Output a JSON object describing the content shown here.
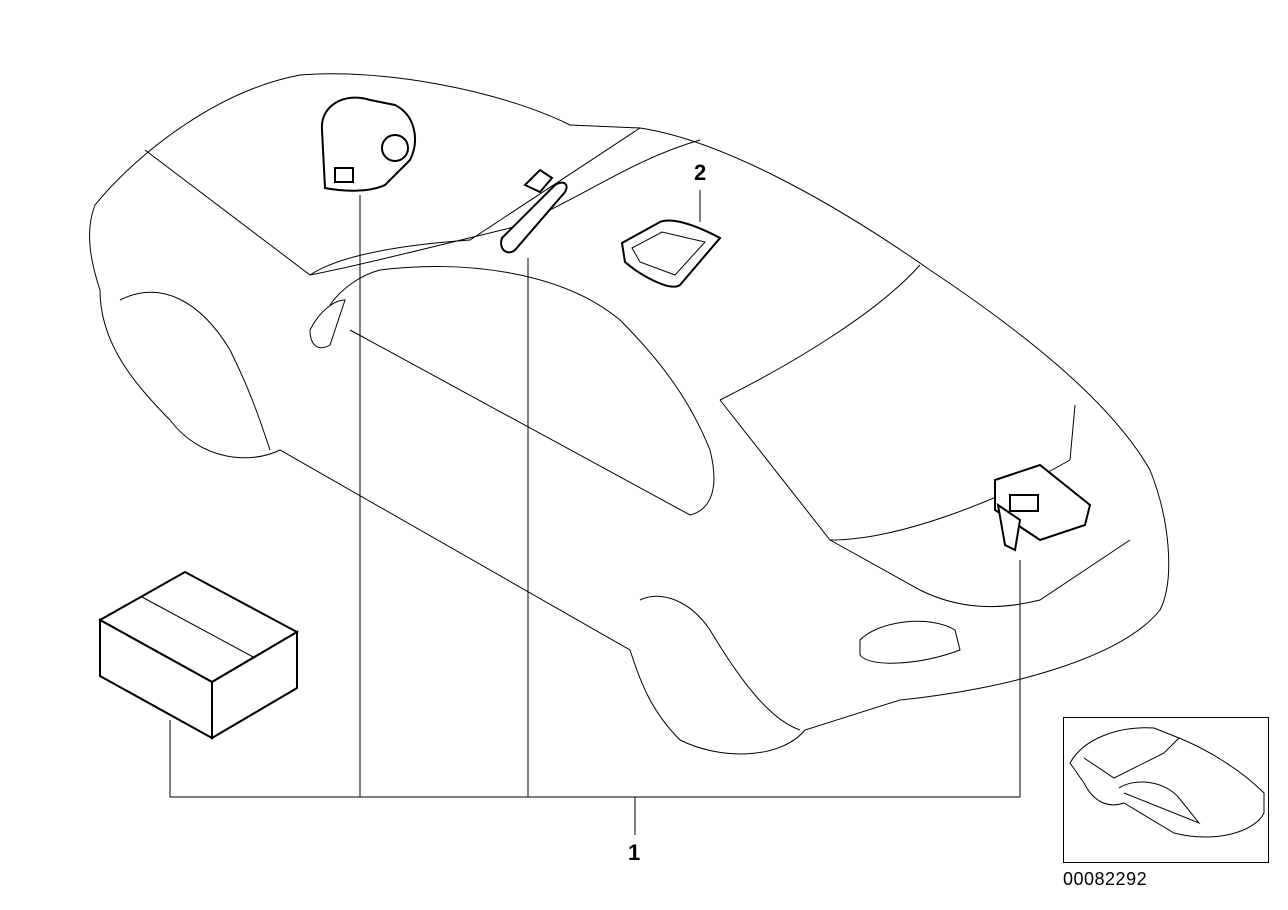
{
  "callouts": {
    "item1": "1",
    "item2": "2"
  },
  "diagram_code": "00082292"
}
